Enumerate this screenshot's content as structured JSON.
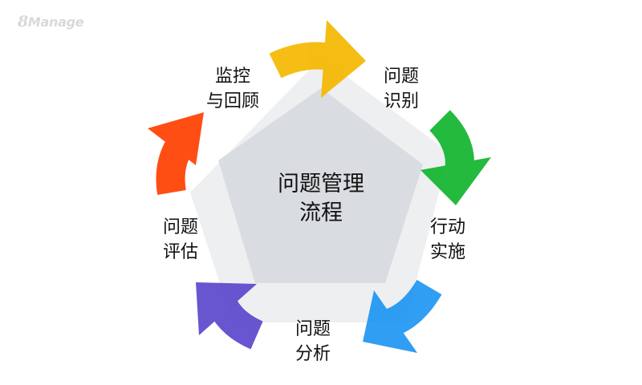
{
  "logo": {
    "number": "8",
    "text": "Manage"
  },
  "center": {
    "line1": "问题管理",
    "line2": "流程"
  },
  "steps": [
    {
      "line1": "问题",
      "line2": "识别",
      "color": "#f5b800"
    },
    {
      "line1": "行动",
      "line2": "实施",
      "color": "#12b52e"
    },
    {
      "line1": "问题",
      "line2": "分析",
      "color": "#1e96f2"
    },
    {
      "line1": "问题",
      "line2": "评估",
      "color": "#5b48cc"
    },
    {
      "line1": "监控",
      "line2": "与回顾",
      "color": "#ff4000"
    }
  ],
  "colors": {
    "outer": "#eeeff1",
    "inner": "#d9dce0"
  }
}
